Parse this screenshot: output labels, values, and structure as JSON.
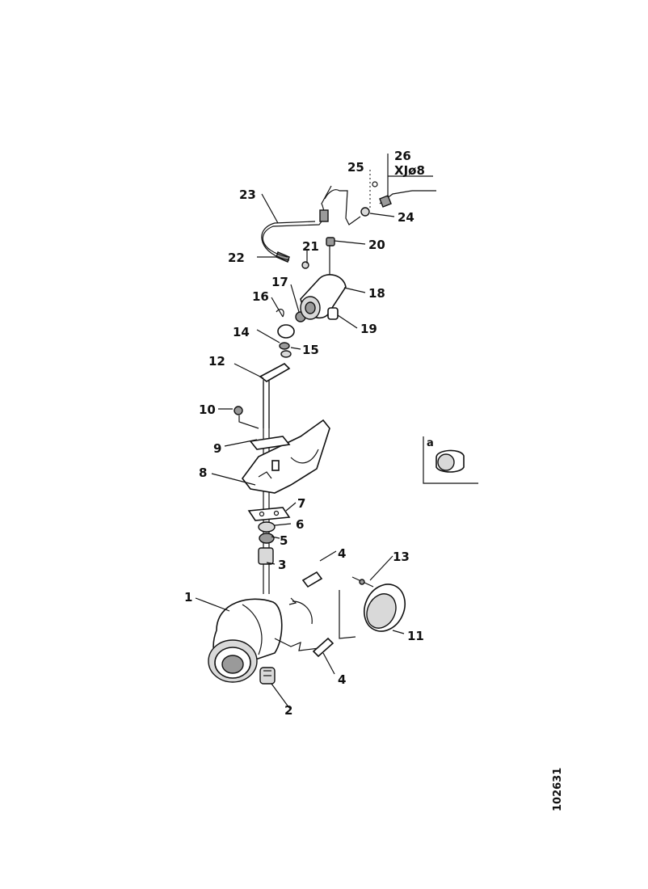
{
  "callouts": [
    {
      "id": "c1",
      "label": "1"
    },
    {
      "id": "c2",
      "label": "2"
    },
    {
      "id": "c3",
      "label": "3"
    },
    {
      "id": "c4a",
      "label": "4"
    },
    {
      "id": "c4b",
      "label": "4"
    },
    {
      "id": "c5",
      "label": "5"
    },
    {
      "id": "c6",
      "label": "6"
    },
    {
      "id": "c7",
      "label": "7"
    },
    {
      "id": "c8",
      "label": "8"
    },
    {
      "id": "c9",
      "label": "9"
    },
    {
      "id": "c10",
      "label": "10"
    },
    {
      "id": "c11",
      "label": "11"
    },
    {
      "id": "c12",
      "label": "12"
    },
    {
      "id": "c13",
      "label": "13"
    },
    {
      "id": "c14",
      "label": "14"
    },
    {
      "id": "c15",
      "label": "15"
    },
    {
      "id": "c16",
      "label": "16"
    },
    {
      "id": "c17",
      "label": "17"
    },
    {
      "id": "c18",
      "label": "18"
    },
    {
      "id": "c19",
      "label": "19"
    },
    {
      "id": "c20",
      "label": "20"
    },
    {
      "id": "c21",
      "label": "21"
    },
    {
      "id": "c22",
      "label": "22"
    },
    {
      "id": "c23",
      "label": "23"
    },
    {
      "id": "c24",
      "label": "24"
    },
    {
      "id": "c25",
      "label": "25"
    },
    {
      "id": "c26",
      "label": "26"
    }
  ],
  "connector_code": "XJø8",
  "inset_label": "a",
  "drawing_number": "102631"
}
